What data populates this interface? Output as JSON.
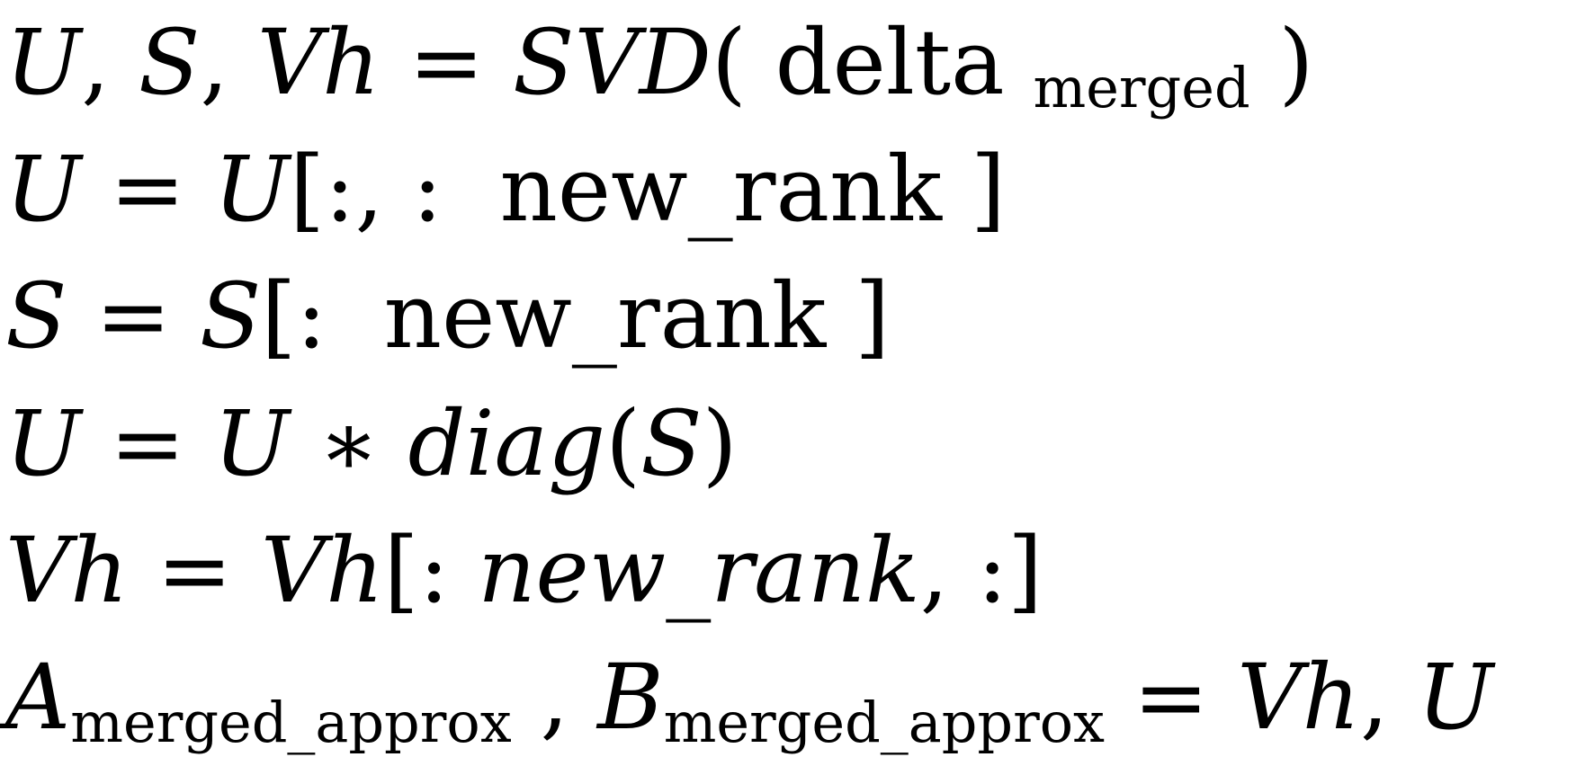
{
  "page": {
    "background_color": "#ffffff",
    "text_color": "#000000",
    "content_kind": "rendered-math-pseudocode"
  },
  "equations": {
    "lines": [
      {
        "plain": "U, S, Vh = SVD( delta_merged )",
        "segments": [
          {
            "style": "it",
            "text": "U"
          },
          {
            "style": "rm",
            "text": ", "
          },
          {
            "style": "it",
            "text": "S"
          },
          {
            "style": "rm",
            "text": ", "
          },
          {
            "style": "it",
            "text": "Vh"
          },
          {
            "style": "rm",
            "text": " = "
          },
          {
            "style": "it",
            "text": "SVD"
          },
          {
            "style": "rm",
            "text": "( delta "
          },
          {
            "style": "sub",
            "text": "merged"
          },
          {
            "style": "rm",
            "text": " )"
          }
        ]
      },
      {
        "plain": "U = U[:, : new_rank ]",
        "segments": [
          {
            "style": "it",
            "text": "U"
          },
          {
            "style": "rm",
            "text": " = "
          },
          {
            "style": "it",
            "text": "U"
          },
          {
            "style": "rm",
            "text": "[:, :  new_rank ]"
          }
        ]
      },
      {
        "plain": "S = S[: new_rank ]",
        "segments": [
          {
            "style": "it",
            "text": "S"
          },
          {
            "style": "rm",
            "text": " = "
          },
          {
            "style": "it",
            "text": "S"
          },
          {
            "style": "rm",
            "text": "[:  new_rank ]"
          }
        ]
      },
      {
        "plain": "U = U * diag(S)",
        "segments": [
          {
            "style": "it",
            "text": "U"
          },
          {
            "style": "rm",
            "text": " = "
          },
          {
            "style": "it",
            "text": "U"
          },
          {
            "style": "rm",
            "text": " ∗ "
          },
          {
            "style": "it",
            "text": "diag"
          },
          {
            "style": "rm",
            "text": "("
          },
          {
            "style": "it",
            "text": "S"
          },
          {
            "style": "rm",
            "text": ")"
          }
        ]
      },
      {
        "plain": "Vh = Vh[: new_rank, :]",
        "segments": [
          {
            "style": "it",
            "text": "Vh"
          },
          {
            "style": "rm",
            "text": " = "
          },
          {
            "style": "it",
            "text": "Vh"
          },
          {
            "style": "rm",
            "text": "[: "
          },
          {
            "style": "it",
            "text": "new_rank"
          },
          {
            "style": "rm",
            "text": ", :]"
          }
        ]
      },
      {
        "plain": "A_merged_approx , B_merged_approx = Vh, U",
        "segments": [
          {
            "style": "it",
            "text": "A"
          },
          {
            "style": "sub",
            "text": "merged_approx"
          },
          {
            "style": "rm",
            "text": " , "
          },
          {
            "style": "it",
            "text": "B"
          },
          {
            "style": "sub",
            "text": "merged_approx"
          },
          {
            "style": "rm",
            "text": " = "
          },
          {
            "style": "it",
            "text": "Vh"
          },
          {
            "style": "rm",
            "text": ", "
          },
          {
            "style": "it",
            "text": "U"
          }
        ]
      }
    ]
  }
}
